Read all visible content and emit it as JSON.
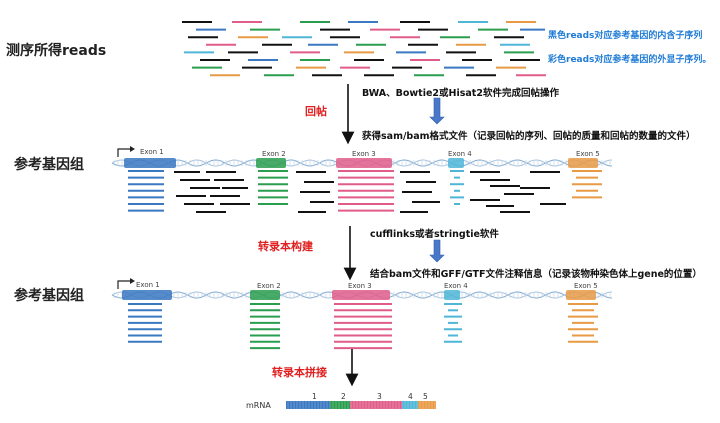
{
  "labels": {
    "seq_reads": "测序所得reads",
    "ref_genome_1": "参考基因组",
    "ref_genome_2": "参考基因组",
    "black_reads_note": "黑色reads对应参考基因的内含子序列",
    "color_reads_note": "彩色reads对应参考基因的外显子序列。"
  },
  "steps": {
    "align": "回帖",
    "assemble": "转录本构建",
    "splice": "转录本拼接"
  },
  "notes": {
    "align_tools": "BWA、Bowtie2或Hisat2软件完成回帖操作",
    "align_output": "获得sam/bam格式文件（记录回帖的序列、回帖的质量和回帖的数量的文件）",
    "assemble_tools": "cufflinks或者stringtie软件",
    "assemble_input": "结合bam文件和GFF/GTF文件注释信息（记录该物种染色体上gene的位置）"
  },
  "exons": [
    {
      "label": "Exon  1",
      "color": "#3a78c2"
    },
    {
      "label": "Exon  2",
      "color": "#2a9e4e"
    },
    {
      "label": "Exon  3",
      "color": "#e05d8a"
    },
    {
      "label": "Exon 4",
      "color": "#4fb6d8"
    },
    {
      "label": "Exon 5",
      "color": "#e89a45"
    }
  ],
  "mrna": {
    "label": "mRNA",
    "segments": [
      "1",
      "2",
      "3",
      "4",
      "5"
    ]
  },
  "colors": {
    "intron_read": "#111111",
    "step_text": "#e02020",
    "note_blue": "#1f7bd6",
    "arrow_blue": "#4a78c8",
    "helix": "#7da8cf"
  }
}
